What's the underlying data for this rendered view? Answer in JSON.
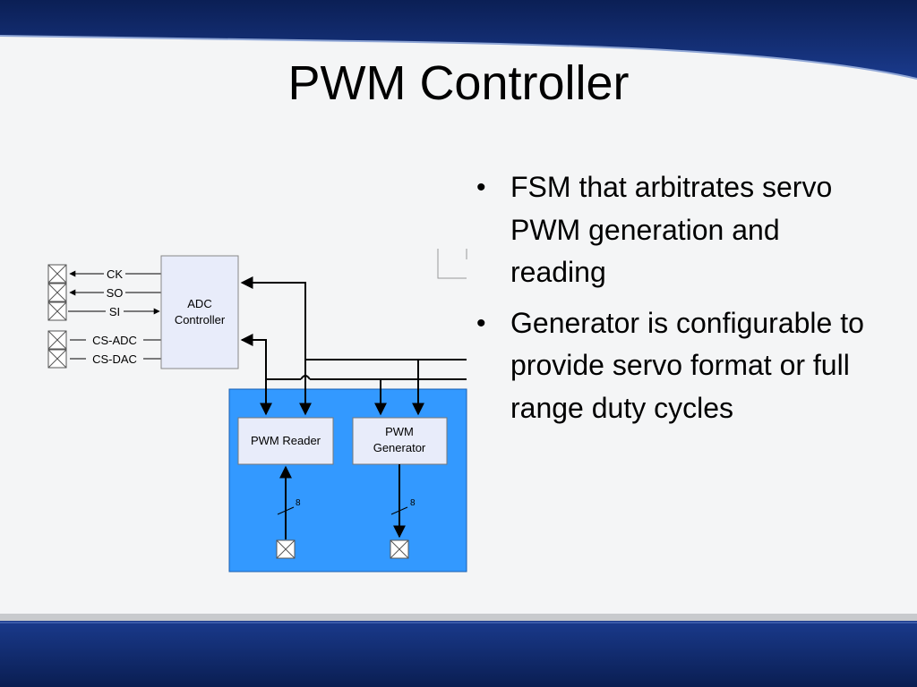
{
  "slide": {
    "title": "PWM Controller",
    "bullets": [
      "FSM that arbitrates servo PWM generation and reading",
      "Generator is configurable to provide servo format or full range duty cycles"
    ]
  },
  "diagram": {
    "pins": [
      "CK",
      "SO",
      "SI",
      "CS-ADC",
      "CS-DAC"
    ],
    "adc_controller": [
      "ADC",
      "Controller"
    ],
    "pwm_reader": "PWM Reader",
    "pwm_generator": [
      "PWM",
      "Generator"
    ],
    "bus_width_reader": "8",
    "bus_width_generator": "8"
  },
  "colors": {
    "header_band": "#0f2a6e",
    "footer_band": "#0d2a72",
    "pwm_block_fill": "#3399ff",
    "sub_block_fill": "#e8ecfa",
    "adc_block_fill": "#e8ecfa"
  }
}
